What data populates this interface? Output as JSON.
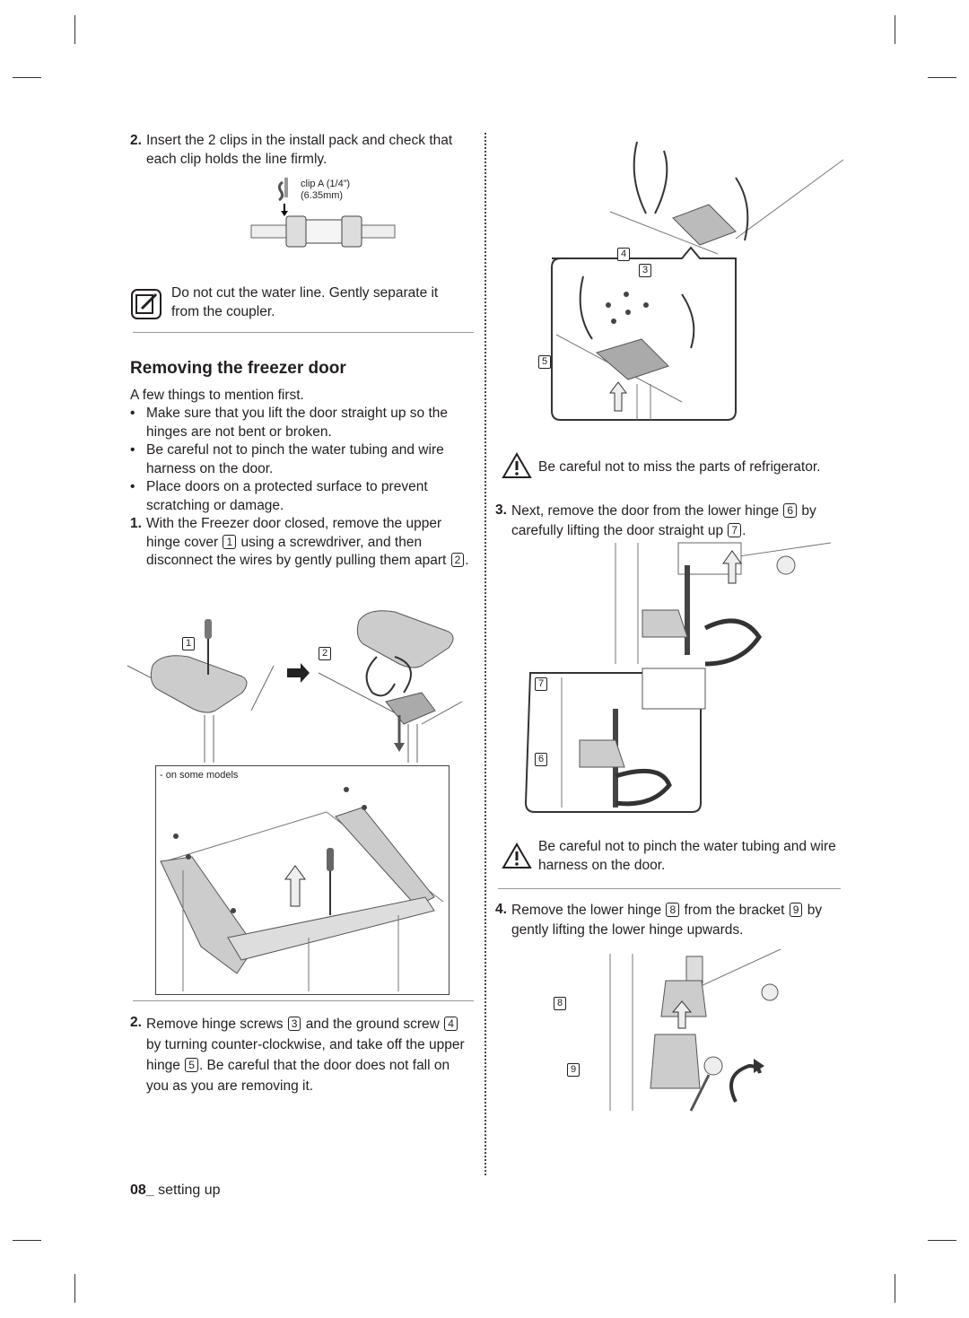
{
  "left": {
    "step2_clips": {
      "num": "2.",
      "text": "Insert the 2 clips in the install pack and check that each clip holds the line firmly."
    },
    "clip_label_1": "clip A (1/4”)",
    "clip_label_2": "(6.35mm)",
    "note": "Do not cut the water line. Gently separate it from the coupler.",
    "section_title": "Removing the freezer door",
    "intro": "A few things to mention first.",
    "bullets": [
      "Make sure that you lift the door straight up so the hinges are not bent or broken.",
      "Be careful not to pinch the water tubing and wire harness on the door.",
      "Place doors on a protected surface to prevent scratching or damage."
    ],
    "step1": {
      "num": "1.",
      "a": "With the Freezer door closed, remove the upper hinge cover",
      "b1": "1",
      "c": "using a screwdriver, and then disconnect the wires by gently pulling them apart",
      "b2": "2",
      "d": "."
    },
    "fig_labels": {
      "a": "1",
      "b": "2"
    },
    "some_models": "- on some models",
    "step2": {
      "num": "2.",
      "a": "Remove hinge screws",
      "b1": "3",
      "c": "and the ground screw",
      "b2": "4",
      "d": "by turning counter-clockwise, and take off the upper hinge",
      "b3": "5",
      "e": ". Be careful that the door does not fall on you as you are removing it."
    }
  },
  "right": {
    "fig_labels": {
      "l4": "4",
      "l3": "3",
      "l5": "5",
      "l7": "7",
      "l6": "6",
      "l8": "8",
      "l9": "9"
    },
    "caution1": "Be careful not to miss the parts of refrigerator.",
    "step3": {
      "num": "3.",
      "a": "Next, remove the door from the lower hinge",
      "b1": "6",
      "c": "by carefully lifting the door straight up",
      "b2": "7",
      "d": "."
    },
    "caution2": "Be careful not to pinch the water tubing and wire harness on the door.",
    "step4": {
      "num": "4.",
      "a": "Remove the lower hinge",
      "b1": "8",
      "c": "from the bracket",
      "b2": "9",
      "d": "by gently lifting the lower hinge upwards."
    }
  },
  "footer": {
    "page": "08_",
    "section": "setting up"
  },
  "icons": [
    "note-icon",
    "caution-icon",
    "up-arrow-icon",
    "right-arrow-icon",
    "rotate-icon"
  ]
}
